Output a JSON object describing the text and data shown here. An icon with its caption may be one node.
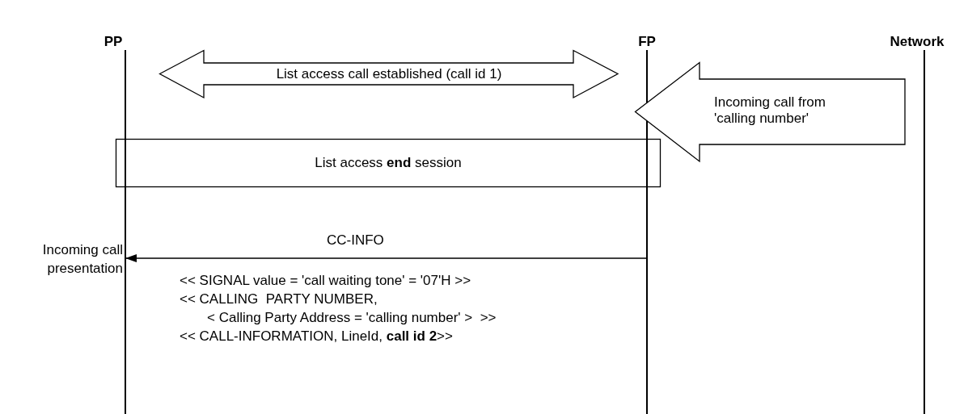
{
  "diagram": {
    "nodes": [
      {
        "text": [
          "PP"
        ]
      },
      {
        "text": [
          "FP"
        ]
      },
      {
        "text": [
          "Network"
        ]
      },
      {
        "text": [
          "List access call established (call id 1)"
        ]
      },
      {
        "text": [
          "Incoming call from 'calling number'"
        ]
      },
      {
        "text": [
          "List access **end** session"
        ]
      }
    ],
    "edges": [
      {
        "from": 1,
        "to": 0,
        "arrow": "to",
        "label": "CC-INFO"
      }
    ],
    "labels": [
      "Incoming call presentation",
      "<< SIGNAL value = 'call waiting tone' = '07'H >>",
      "<< CALLING  PARTY NUMBER,",
      "< Calling Party Address = 'calling number' >  >>",
      "<< CALL-INFORMATION, LineId, **call id 2**>>"
    ]
  }
}
